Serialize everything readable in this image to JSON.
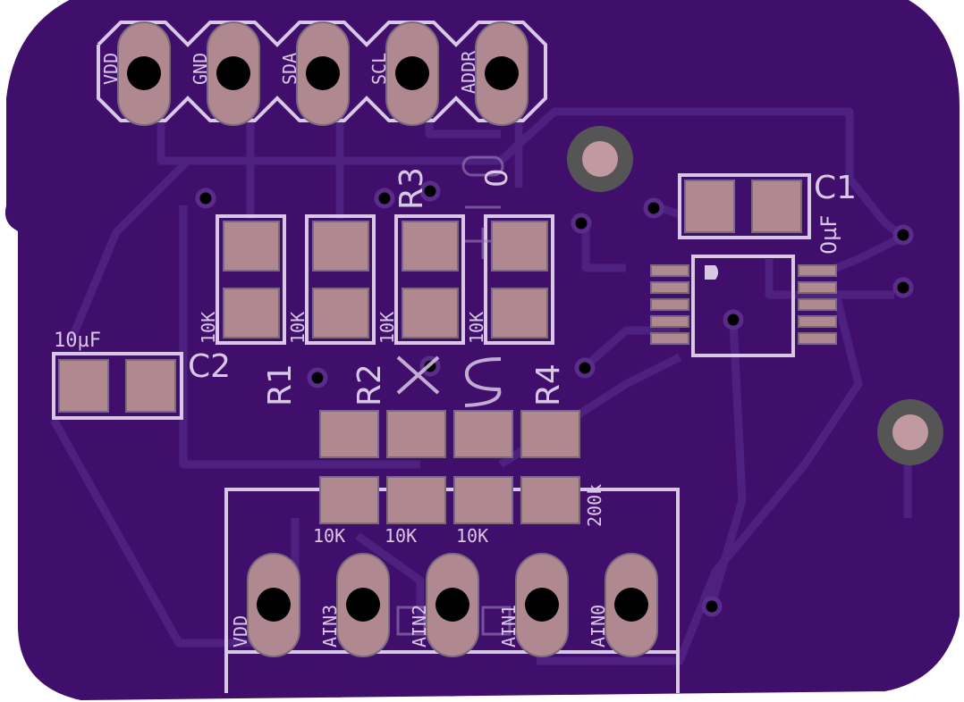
{
  "board": {
    "colors": {
      "soldermask": "#3f0f6b",
      "board_edge": "#ffffff",
      "trace": "#4e2180",
      "silkscreen": "#d8c8e6",
      "pad": "#b08890",
      "pad_outline": "#7a6a7e",
      "drill": "#000000",
      "via_ring": "#555555",
      "mount_pad": "#c09aa0"
    }
  },
  "top_header": {
    "pins": [
      "VDD",
      "GND",
      "SDA",
      "SCL",
      "ADDR"
    ]
  },
  "bottom_header": {
    "pins": [
      "VDD",
      "AIN3",
      "AIN2",
      "AIN1",
      "AIN0"
    ]
  },
  "components": {
    "c1": {
      "ref": "C1",
      "value": "0µF"
    },
    "c2": {
      "ref": "C2",
      "value": "10µF"
    },
    "r1": {
      "ref": "R1",
      "value": "10K"
    },
    "r2": {
      "ref": "R2",
      "value": "10K"
    },
    "r3": {
      "ref": "R3",
      "value": "10K"
    },
    "r4": {
      "ref": "R4",
      "value": "10K"
    },
    "r_bottom": [
      "10K",
      "10K",
      "10K",
      "200k"
    ],
    "ic_label": "0"
  }
}
